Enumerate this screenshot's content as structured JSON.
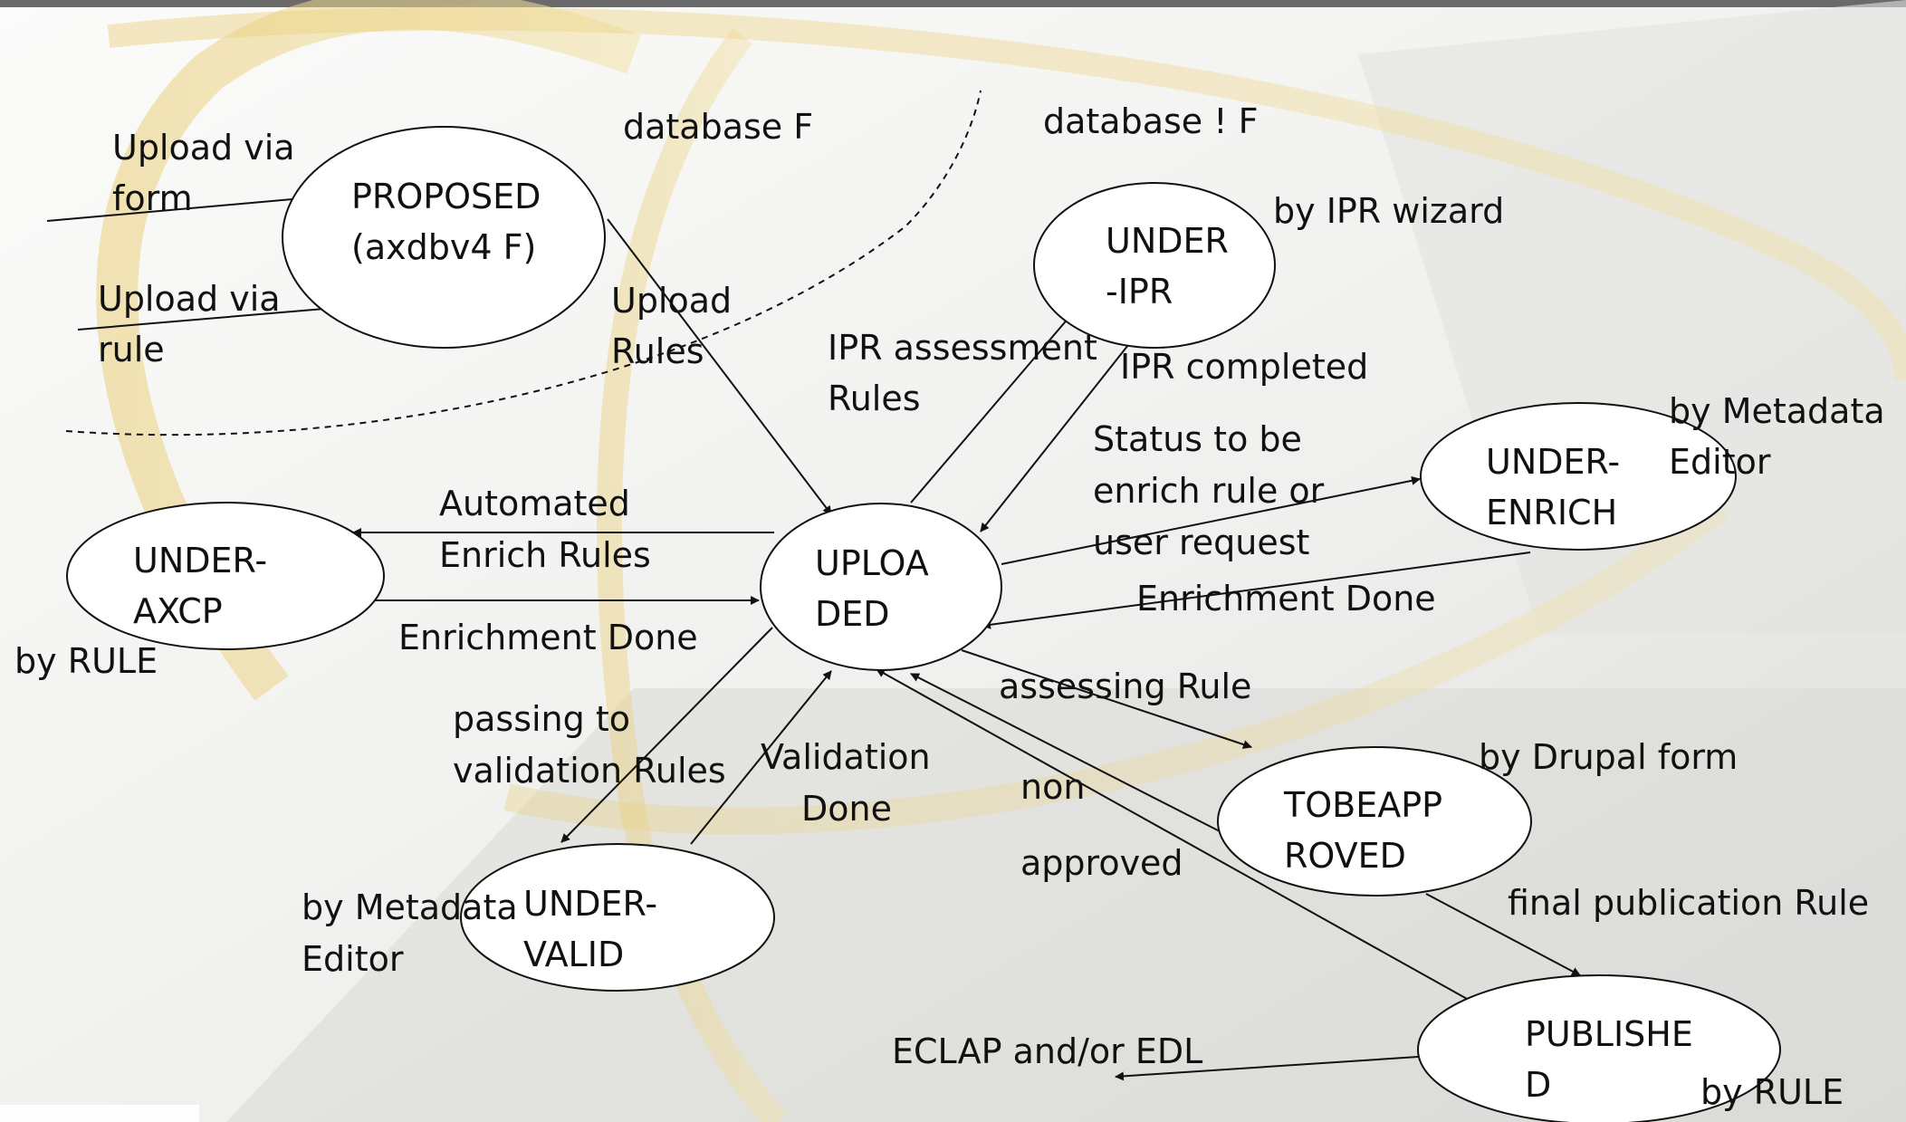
{
  "nodes": [
    {
      "id": "proposed",
      "lines": [
        "PROPOSED",
        "(axdbv4 F)"
      ]
    },
    {
      "id": "under-ipr",
      "lines": [
        "UNDER",
        "-IPR"
      ]
    },
    {
      "id": "under-enrich",
      "lines": [
        "UNDER-",
        "ENRICH"
      ]
    },
    {
      "id": "under-axcp",
      "lines": [
        "UNDER-",
        "AXCP"
      ]
    },
    {
      "id": "uploaded",
      "lines": [
        "UPLOA",
        "DED"
      ]
    },
    {
      "id": "tobeapproved",
      "lines": [
        "TOBEAPP",
        "ROVED"
      ]
    },
    {
      "id": "under-valid",
      "lines": [
        "UNDER-",
        "VALID"
      ]
    },
    {
      "id": "published",
      "lines": [
        "PUBLISHE",
        "D"
      ]
    }
  ],
  "labels": {
    "upload_via_form": [
      "Upload via",
      "form"
    ],
    "upload_via_rule": [
      "Upload via",
      "rule"
    ],
    "database_f": "database F",
    "database_not_f": "database ! F",
    "upload_rules": [
      "Upload",
      "Rules"
    ],
    "ipr_assessment_rules": [
      "IPR assessment",
      "Rules"
    ],
    "by_ipr_wizard": "by IPR wizard",
    "ipr_completed": "IPR completed",
    "status_to_be_enrich": [
      "Status to be",
      "enrich  rule or",
      "user request"
    ],
    "by_metadata_editor_enrich": [
      "by Metadata",
      "Editor"
    ],
    "automated_enrich_rules": [
      "Automated",
      "Enrich Rules"
    ],
    "enrichment_done_left": "Enrichment Done",
    "enrichment_done_right": "Enrichment Done",
    "by_rule_axcp": "by RULE",
    "assessing_rule": "assessing Rule",
    "passing_to_validation_rules": [
      "passing to",
      "validation Rules"
    ],
    "validation_done": [
      "Validation",
      "Done"
    ],
    "non_approved": [
      "non",
      "approved"
    ],
    "by_drupal_form": "by Drupal form",
    "by_metadata_editor_valid": [
      "by Metadata",
      "Editor"
    ],
    "final_publication_rule": "final publication Rule",
    "eclap_and_or_edl": "ECLAP and/or EDL",
    "by_rule_published": "by RULE"
  }
}
